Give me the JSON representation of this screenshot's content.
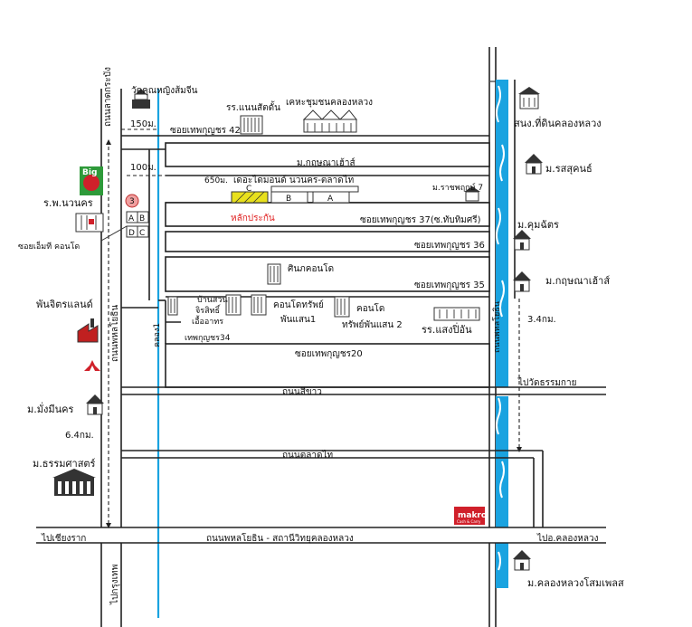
{
  "labels": {
    "wat_khun_ying": "วัดคุณหญิงส้มจีน",
    "lat_krabang_road": "ถนนลาดกระบัง",
    "dist_150": "150ม.",
    "dist_100": "100ม.",
    "dist_650": "650ม.",
    "soi_42": "ซอยเทพกุญชร 42",
    "school_saensanit": "รร.แนนสัตดั้น",
    "community_hall": "เคหะชุมชนคลองหลวง",
    "land_office": "สนง.ที่ดินคลองหลวง",
    "mu_krisana_site": "ม.กฤษณาเฮ้าส์",
    "rasasuk": "ม.รสสุคนธ์",
    "condo_name": "เดอะไดมอนด์ นวนคร-ตลาดไท",
    "rajapruek": "ม.ราชพฤกษ์ 7",
    "hospital": "ร.พ.นวนคร",
    "soi_ait": "ซอยเอ็มที คอนโด",
    "bldg_a": "A",
    "bldg_b": "B",
    "bldg_c": "C",
    "bldg_d": "D",
    "bldg_big_c": "C",
    "bldg_big_b": "B",
    "bldg_big_a": "A",
    "collateral": "หลักประกัน",
    "soi_37": "ซอยเทพกุญชร 37(ซ.ทับทิมศรี)",
    "khumjat": "ม.คุมฉัตร",
    "soi_36": "ซอยเทพกุญชร 36",
    "mu_krisana": "ม.กฤษณาเฮ้าส์",
    "phan_chit": "พันจิตรแลนด์",
    "sinthop": "ศินภคอนโด",
    "soi_35": "ซอยเทพกุญชร 35",
    "main_road_left": "ถนนพหลโยธิน",
    "dist_34": "3.4กม.",
    "ban_suan": "บ้านสวน",
    "jirasit": "จิรสิทธิ์",
    "eua_athorn": "เอื้ออาทร",
    "condo_sap": "คอนโดทรัพย์",
    "phan_saen1": "พันแสน1",
    "condo": "คอนโด",
    "sap_phan_saen2": "ทรัพย์พันแสน 2",
    "school_saeng": "รร.แสงปิ่อัน",
    "khlong_1": "คลอง1",
    "soi_34": "เทพกุญชร34",
    "soi_20": "ซอยเทพกุญชร20",
    "main_road_right": "ถนนพหลโยธิน",
    "wat_thammakai": "ไปวัดธรรมกาย",
    "mu_mangkorn": "ม.มั่งมีนคร",
    "road_sichao": "ถนนสีขาว",
    "dist_64": "6.4กม.",
    "road_talad_thai": "ถนนตลาดไท",
    "thammasat": "ม.ธรรมศาสตร์",
    "makro": "makro",
    "makro_sub": "Cash & Carry",
    "to_chiang_rak": "ไปเชียงราก",
    "road_bottom": "ถนนพหลโยธิน - สถานีวิทยุคลองหลวง",
    "to_khlong_luang": "ไปอ.คลองหลวง",
    "to_krungthep": "ไปกรุงเทพ",
    "khlong_luang_sompel": "ม.คลองหลวงโสมเพลส",
    "num_3": "3",
    "big_c": "Big"
  },
  "colors": {
    "canal": "#1aa3e0",
    "collateral": "#e8e01c",
    "collateral_text": "#e02020",
    "makro_red": "#d0202a",
    "big_c_green": "#2e9a3a",
    "big_c_red": "#d0202a"
  },
  "icons": [
    "temple-icon",
    "school-icon",
    "office-icon",
    "house-icon",
    "hospital-icon",
    "factory-icon",
    "mitsubishi-icon",
    "university-icon",
    "makro-logo",
    "big-c-logo",
    "condo-icon"
  ]
}
